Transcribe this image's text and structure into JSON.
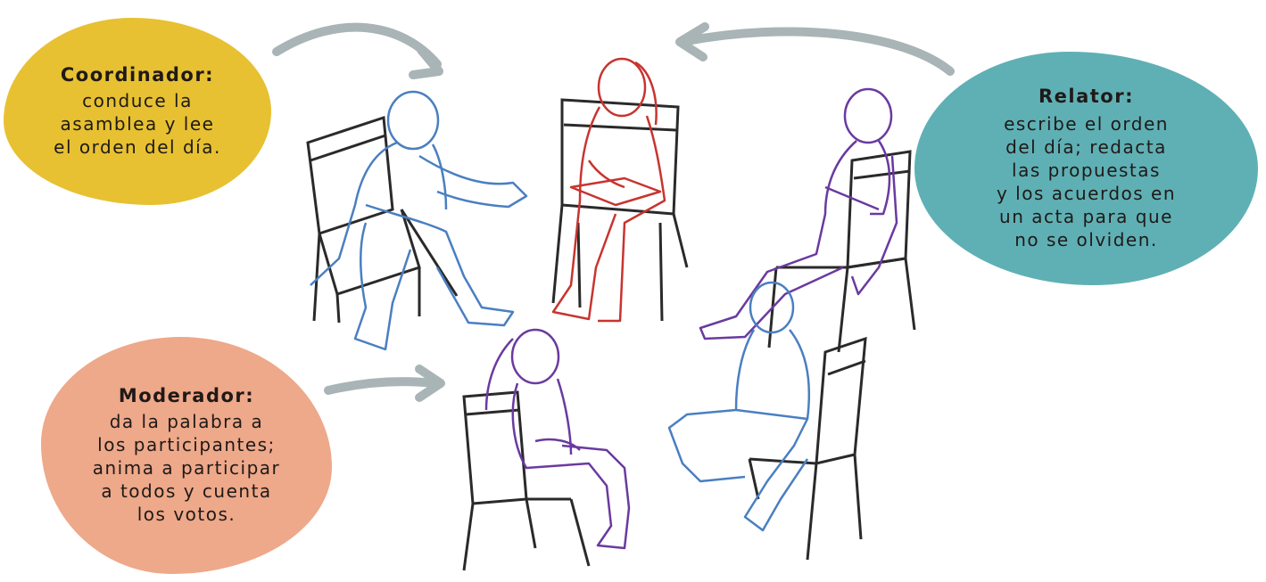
{
  "colors": {
    "coordinador_bubble": "#e7c132",
    "relator_bubble": "#5fb0b5",
    "moderador_bubble": "#eea88a",
    "arrow": "#a9b4b6",
    "person_blue": "#4a7fc1",
    "person_red": "#c8342f",
    "person_purple": "#6a3aa0",
    "chair": "#2a2a2a"
  },
  "coordinador": {
    "role": "Coordinador:",
    "description": "conduce la\nasamblea y lee\nel orden del día."
  },
  "relator": {
    "role": "Relator:",
    "description": "escribe el orden\ndel día; redacta\nlas propuestas\ny los acuerdos en\nun acta para que\nno se olviden."
  },
  "moderador": {
    "role": "Moderador:",
    "description": "da la palabra a\nlos participantes;\nanima a participar\na todos y cuenta\nlos votos."
  }
}
